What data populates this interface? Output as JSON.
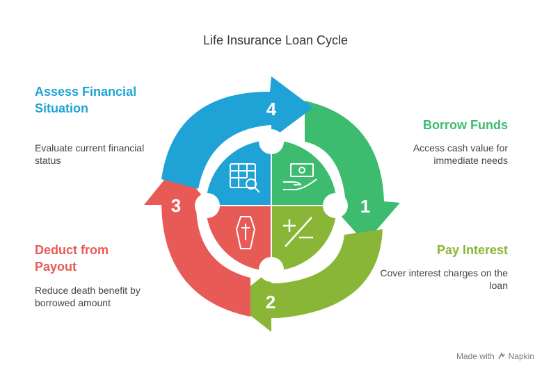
{
  "title": "Life Insurance Loan Cycle",
  "steps": [
    {
      "number": "1",
      "heading": "Borrow Funds",
      "description": "Access cash value for immediate needs",
      "color": "#3dbb6e",
      "icon": "cash-hand-icon"
    },
    {
      "number": "2",
      "heading": "Pay Interest",
      "description": "Cover interest charges on the loan",
      "color": "#8ab637",
      "icon": "plus-minus-icon"
    },
    {
      "number": "3",
      "heading": "Deduct from Payout",
      "description": "Reduce death benefit by borrowed amount",
      "color": "#e85a55",
      "icon": "coffin-icon"
    },
    {
      "number": "4",
      "heading": "Assess Financial Situation",
      "description": "Evaluate current financial status",
      "color": "#1fa3d6",
      "icon": "spreadsheet-search-icon"
    }
  ],
  "footer": {
    "made_with": "Made with",
    "brand": "Napkin"
  }
}
